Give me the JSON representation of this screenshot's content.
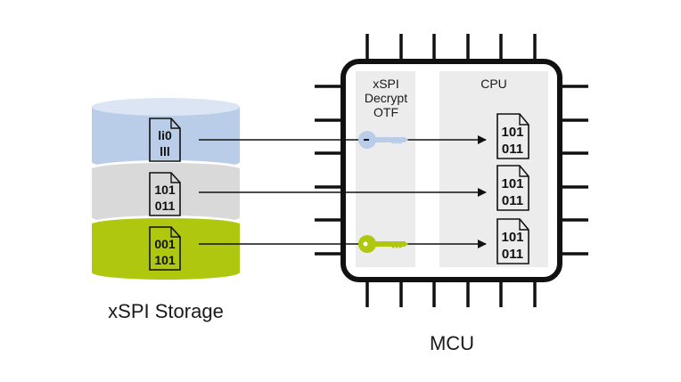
{
  "storage": {
    "label": "xSPI Storage",
    "layers": [
      {
        "name": "encrypted",
        "color": "#b9cde9",
        "top_color": "#dbe5f3",
        "file_bits": [
          "li0",
          "lll"
        ]
      },
      {
        "name": "plain",
        "color": "#d9d9d9",
        "file_bits": [
          "101",
          "011"
        ]
      },
      {
        "name": "alt-encrypted",
        "color": "#afc80f",
        "file_bits": [
          "001",
          "101"
        ]
      }
    ]
  },
  "mcu": {
    "label": "MCU",
    "decrypt_block": {
      "label_lines": [
        "xSPI",
        "Decrypt",
        "OTF"
      ]
    },
    "cpu_block": {
      "label": "CPU",
      "files": [
        {
          "bits": [
            "101",
            "011"
          ]
        },
        {
          "bits": [
            "101",
            "011"
          ]
        },
        {
          "bits": [
            "101",
            "011"
          ]
        }
      ]
    },
    "pins_per_side": 6
  },
  "keys": [
    {
      "name": "blue-key",
      "color": "#b9cde9"
    },
    {
      "name": "green-key",
      "color": "#afc80f"
    }
  ],
  "colors": {
    "block_bg": "#ececec",
    "outline": "#111111"
  }
}
